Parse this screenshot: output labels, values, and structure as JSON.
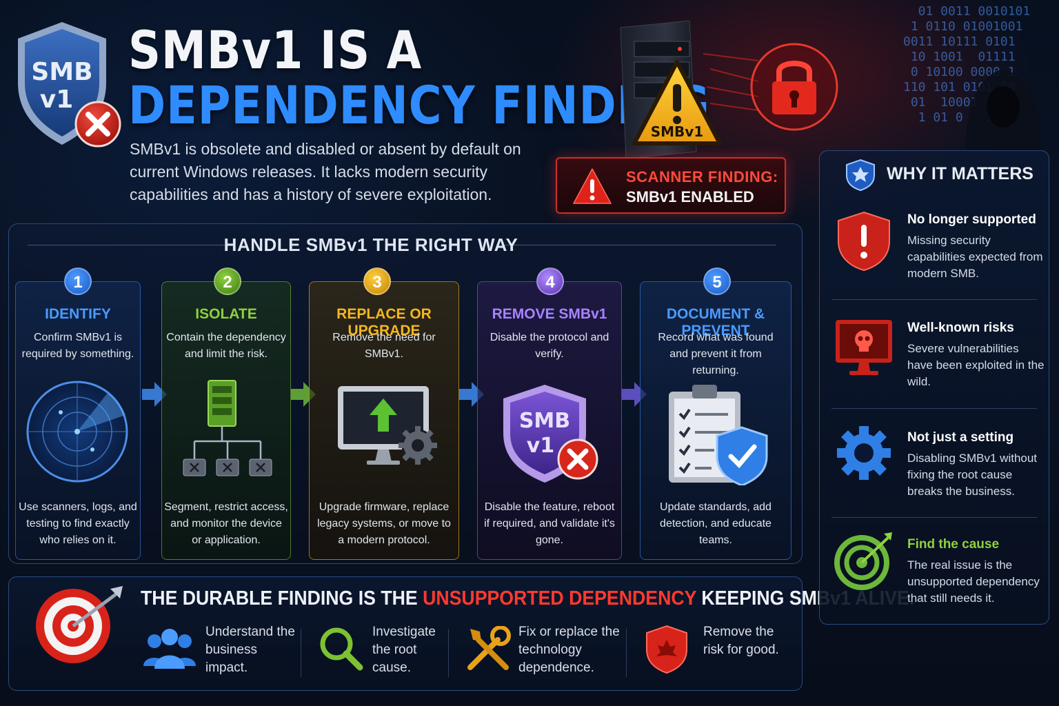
{
  "header": {
    "badge_text_top": "SMB",
    "badge_text_bottom": "v1",
    "title_line1": "SMBv1 IS A",
    "title_line2": "DEPENDENCY FINDING",
    "subtitle": "SMBv1 is obsolete and disabled or absent by default on current Windows releases. It lacks modern security capabilities and has a history of severe exploitation."
  },
  "server_badge": "SMBv1",
  "scanner": {
    "line1": "SCANNER FINDING:",
    "line2": "SMBv1 ENABLED"
  },
  "process": {
    "title": "HANDLE SMBv1 THE RIGHT WAY",
    "steps": [
      {
        "number": "1",
        "title": "IDENTIFY",
        "desc": "Confirm SMBv1 is required by something.",
        "foot": "Use scanners, logs, and testing to find exactly who relies on it.",
        "color": "#2e7ef0"
      },
      {
        "number": "2",
        "title": "ISOLATE",
        "desc": "Contain the dependency and limit the risk.",
        "foot": "Segment, restrict access, and monitor the device or application.",
        "color": "#7cc232"
      },
      {
        "number": "3",
        "title": "REPLACE OR UPGRADE",
        "desc": "Remove the need for SMBv1.",
        "foot": "Upgrade firmware, replace legacy systems, or move to a modern protocol.",
        "color": "#f0b21c"
      },
      {
        "number": "4",
        "title": "REMOVE SMBv1",
        "desc": "Disable the protocol and verify.",
        "foot": "Disable the feature, reboot if required, and validate it's gone.",
        "color": "#9b6cf0"
      },
      {
        "number": "5",
        "title": "DOCUMENT & PREVENT",
        "desc": "Record what was found and prevent it from returning.",
        "foot": "Update standards, add detection, and educate teams.",
        "color": "#3a8cf5"
      }
    ],
    "step4_badge_top": "SMB",
    "step4_badge_bottom": "v1"
  },
  "bottom": {
    "head_part1": "THE DURABLE FINDING IS THE ",
    "head_highlight": "UNSUPPORTED DEPENDENCY",
    "head_part2": " KEEPING SMBv1 ALIVE.",
    "items": [
      {
        "text": "Understand the business impact.",
        "icon": "people-icon"
      },
      {
        "text": "Investigate the root cause.",
        "icon": "magnifier-icon"
      },
      {
        "text": "Fix or replace the technology dependence.",
        "icon": "tools-icon"
      },
      {
        "text": "Remove the risk for good.",
        "icon": "shield-icon"
      }
    ]
  },
  "why": {
    "title": "WHY IT MATTERS",
    "items": [
      {
        "title": "No longer supported",
        "desc": "Missing security capabilities expected from modern SMB.",
        "icon": "alert-shield-icon",
        "color": "#ffffff"
      },
      {
        "title": "Well-known risks",
        "desc": "Severe vulnerabilities have been exploited in the wild.",
        "icon": "skull-monitor-icon",
        "color": "#ffffff"
      },
      {
        "title": "Not just a setting",
        "desc": "Disabling SMBv1 without fixing the root cause breaks the business.",
        "icon": "gear-icon",
        "color": "#ffffff"
      },
      {
        "title": "Find the cause",
        "desc": "The real issue is the unsupported dependency that still needs it.",
        "icon": "target-icon",
        "color": "#8fd13f"
      }
    ]
  },
  "colors": {
    "accent_blue": "#2f8cff",
    "alert_red": "#ff3a2e",
    "background": "#07101f"
  }
}
